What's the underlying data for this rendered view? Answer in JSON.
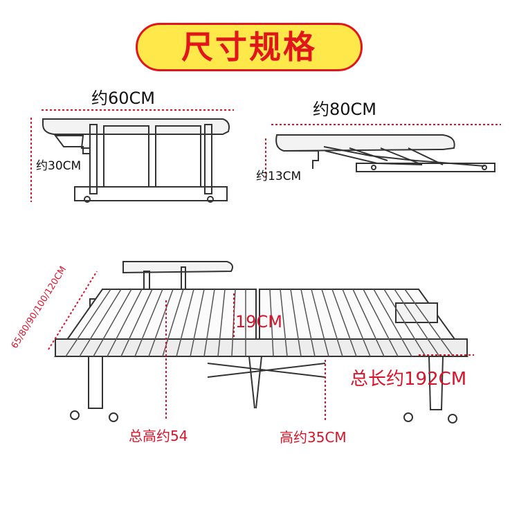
{
  "title": "尺寸规格",
  "folded_view": {
    "width_label": "约60CM",
    "height_label": "约30CM"
  },
  "chair_view": {
    "width_label": "约80CM",
    "height_label": "约13CM"
  },
  "bed_view": {
    "width_options_label": "65/80/90/100/120CM",
    "mattress_label": "19CM",
    "total_length_label": "总长约192CM",
    "total_height_label": "总高约54",
    "bed_height_label": "高约35CM"
  },
  "colors": {
    "title_bg": "#ffe84a",
    "accent_red": "#d9142a",
    "line": "#333333"
  }
}
